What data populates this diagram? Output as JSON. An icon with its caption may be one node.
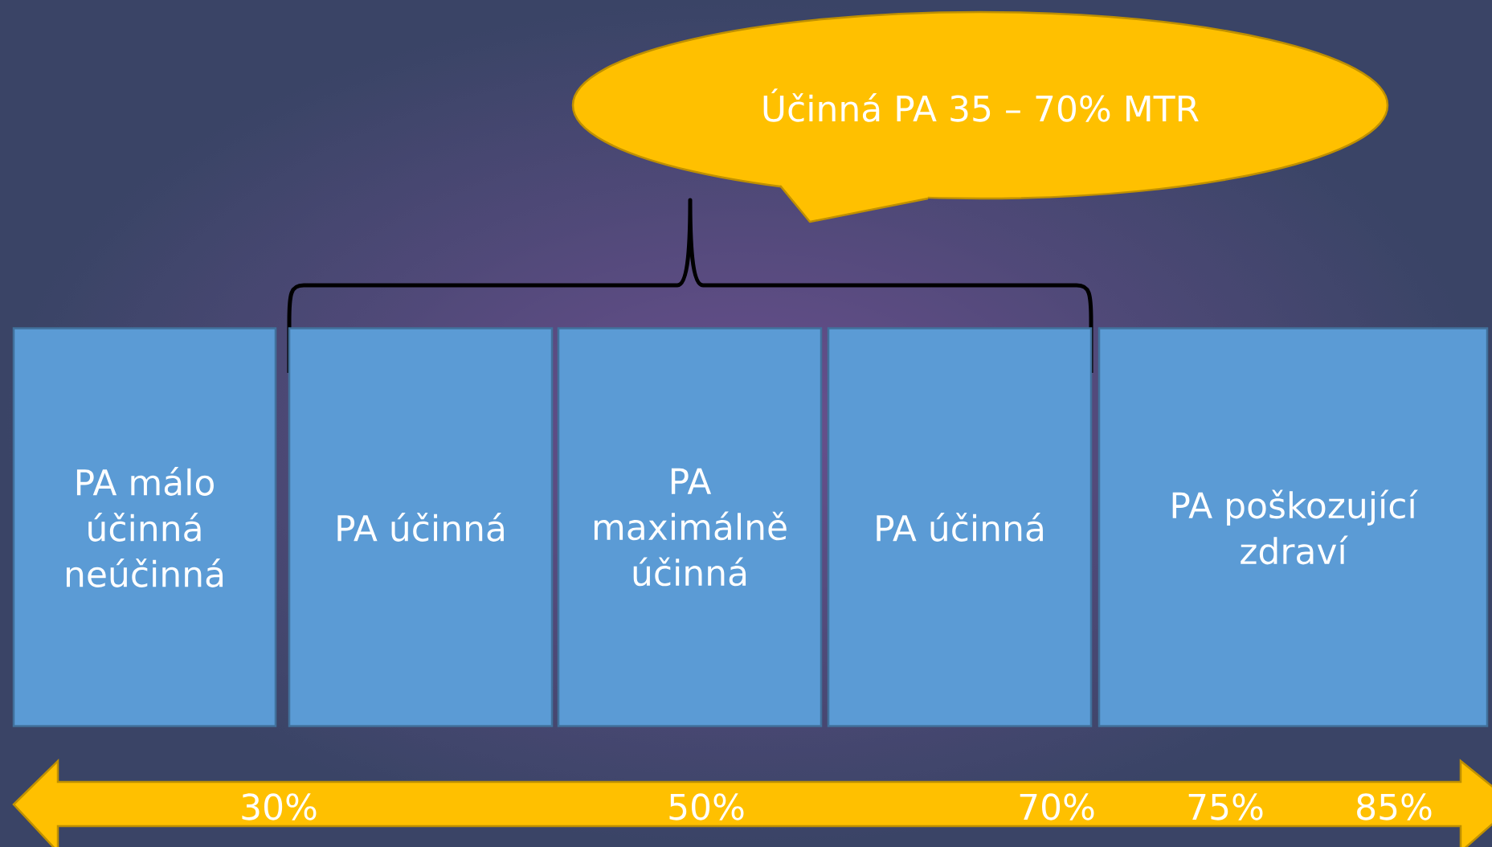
{
  "diagram": {
    "nodes": [
      {
        "text": [
          "Účinná PA   35 – 70%  MTR"
        ]
      },
      {
        "text": [
          "PA málo účinná neúčinná"
        ]
      },
      {
        "text": [
          "PA účinná"
        ]
      },
      {
        "text": [
          "PA maximálně účinná"
        ]
      },
      {
        "text": [
          "PA účinná"
        ]
      },
      {
        "text": [
          "PA poškozující zdraví"
        ]
      }
    ],
    "labels": [
      "30%",
      "50%",
      "70%",
      "75%",
      "85%"
    ]
  }
}
